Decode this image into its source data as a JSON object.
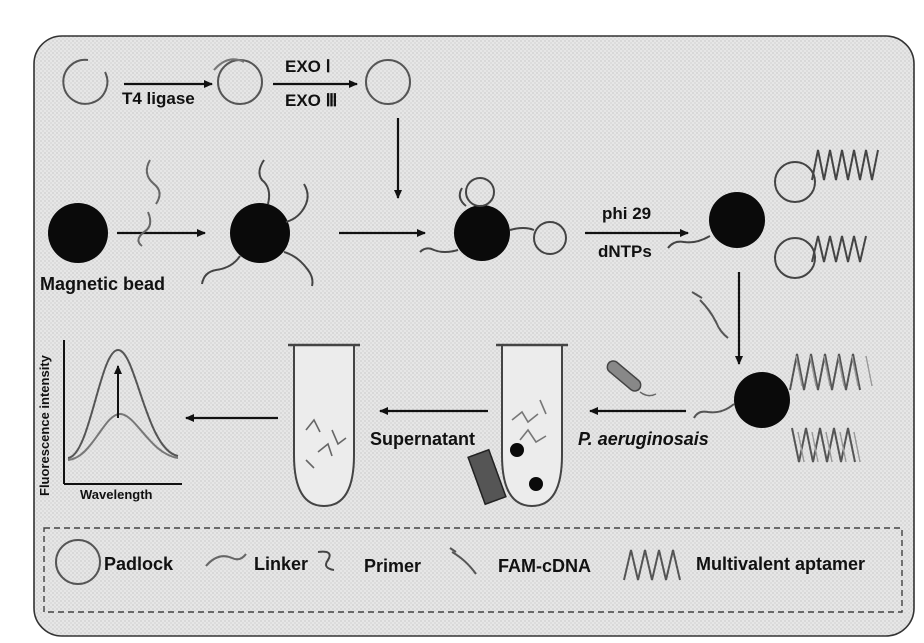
{
  "steps": {
    "ligation_enzyme": "T4 ligase",
    "exo1": "EXO Ⅰ",
    "exo3": "EXO Ⅲ",
    "rca_enzyme": "phi 29",
    "rca_substrate": "dNTPs",
    "bead_label": "Magnetic bead",
    "target_label": "P. aeruginosais",
    "supernatant_label": "Supernatant"
  },
  "spectrum": {
    "ylabel": "Fluorescence intensity",
    "xlabel": "Wavelength"
  },
  "legend": {
    "padlock": "Padlock",
    "linker": "Linker",
    "primer": "Primer",
    "fam_cdna": "FAM-cDNA",
    "aptamer": "Multivalent aptamer"
  },
  "colors": {
    "panel_bg": "#e3e3e3",
    "bead": "#0a0a0a",
    "stroke": "#222222"
  },
  "icons": [
    "padlock-circle-icon",
    "linker-icon",
    "primer-icon",
    "fam-cdna-icon",
    "multivalent-aptamer-icon",
    "magnetic-bead-icon",
    "tube-icon",
    "bacterium-icon",
    "magnet-icon"
  ]
}
